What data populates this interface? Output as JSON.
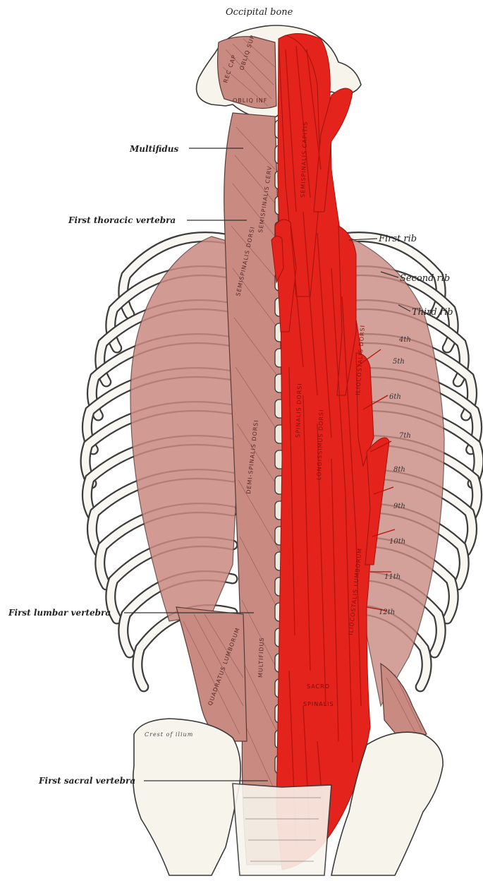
{
  "labels": {
    "occipital": "Occipital bone",
    "multifidus": "Multifidus",
    "first_thoracic": "First thoracic vertebra",
    "first_rib": "First rib",
    "second_rib": "Second rib",
    "third_rib": "Third rib",
    "first_lumbar": "First lumbar vertebra",
    "first_sacral": "First sacral vertebra"
  },
  "rib_numbers": [
    "4th",
    "5th",
    "6th",
    "7th",
    "8th",
    "9th",
    "10th",
    "11th",
    "12th"
  ],
  "engraved": {
    "semispinalis_capitis": "SEMISPINALIS CAPITIS",
    "semispinalis_cerv": "SEMISPINALIS CERV",
    "semispinalis_dorsi": "SEMISPINALIS DORSI",
    "iliocostalis_dorsi": "ILIOCOSTALIS DORSI",
    "longissimus_dorsi": "LONGISSIMUS DORSI",
    "iliocostalis_lumborum": "ILIOCOSTALIS LUMBORUM",
    "multifidus": "MULTIFIDUS",
    "quadratus_lumborum": "QUADRATUS LUMBORUM",
    "sacrospinalis_1": "SACRO",
    "sacrospinalis_2": "SPINALIS",
    "crest_ilium": "Crest of ilium"
  },
  "colors": {
    "highlight_muscle": "#e3231c",
    "deep_muscle": "#c98a82",
    "bone": "#f7f4ec"
  }
}
